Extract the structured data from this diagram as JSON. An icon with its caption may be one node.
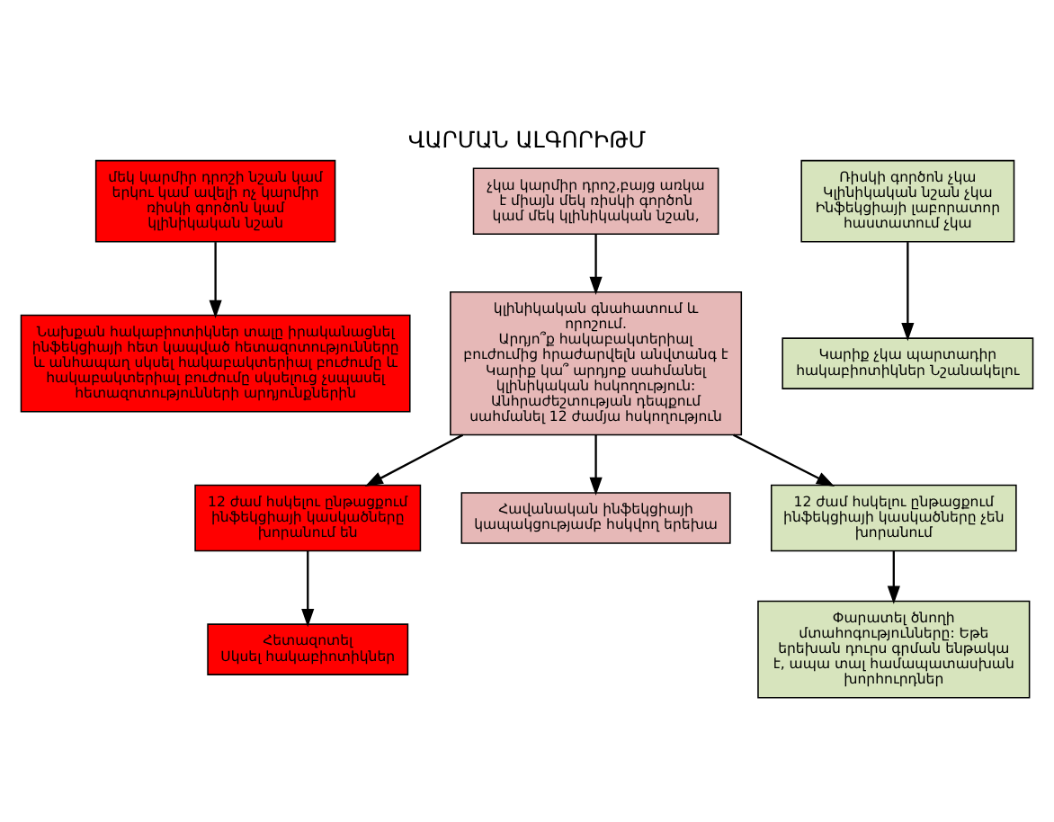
{
  "diagram": {
    "title": "ՎԱՐՄԱՆ ԱԼԳՈՐԻԹՄ",
    "nodes": [
      {
        "text": [
          "մեկ կարմիր դրոշի նշան կամ",
          "երկու կամ ավելի ոչ կարմիր ռիսկի գործոն կամ կլինիկական նշան"
        ]
      },
      {
        "text": [
          "չկա կարմիր դրոշ,բայց առկա է միայն մեկ ռիսկի գործոն կամ մեկ կլինիկական նշան,"
        ]
      },
      {
        "text": [
          "Ռիսկի գործոն չկա Կլինիկական նշան չկա Ինֆեկցիայի լաբորատոր հաստատում չկա"
        ]
      },
      {
        "text": [
          "Նախքան հակաբիոտիկներ տալը իրականացնել ինֆեկցիայի հետ կապված հետազոտությունները և անհապաղ սկսել հակաբակտերիալ բուժումը և հակաբակտերիալ բուժումը սկսելուց չսպասել հետազոտությունների արդյունքներին"
        ]
      },
      {
        "text": [
          "կլինիկական գնահատում և որոշում.",
          "Արդյո՞ք հակաբակտերիալ բուժումից հրաժարվելն անվտանգ է",
          "Կարիք կա՞ արդյոք սահմանել կլինիկական հսկողություն: Անհրաժեշտության դեպքում սահմանել 12 ժամյա հսկողություն"
        ]
      },
      {
        "text": [
          "Կարիք չկա պարտադիր հակաբիոտիկներ Նշանակելու"
        ]
      },
      {
        "text": [
          "12 ժամ հսկելու ընթացքում ինֆեկցիայի կասկածները խորանում են"
        ]
      },
      {
        "text": [
          "Հավանական ինֆեկցիայի կապակցությամբ հսկվող երեխա"
        ]
      },
      {
        "text": [
          "12 ժամ հսկելու ընթացքում ինֆեկցիայի կասկածները չեն խորանում"
        ]
      },
      {
        "text": [
          "Հետազոտել",
          "Սկսել հակաբիոտիկներ"
        ]
      },
      {
        "text": [
          "Փարատել ծնողի մտահոգությունները: Եթե երեխան դուրս գրման ենթակա է, ապա տալ համապատասխան խորհուրդներ"
        ]
      }
    ],
    "edges": [
      {
        "from": 0,
        "to": 3,
        "arrow": "to"
      },
      {
        "from": 1,
        "to": 4,
        "arrow": "to"
      },
      {
        "from": 2,
        "to": 5,
        "arrow": "to"
      },
      {
        "from": 4,
        "to": 6,
        "arrow": "to"
      },
      {
        "from": 4,
        "to": 7,
        "arrow": "to"
      },
      {
        "from": 4,
        "to": 8,
        "arrow": "to"
      },
      {
        "from": 6,
        "to": 9,
        "arrow": "to"
      },
      {
        "from": 8,
        "to": 10,
        "arrow": "to"
      }
    ]
  }
}
